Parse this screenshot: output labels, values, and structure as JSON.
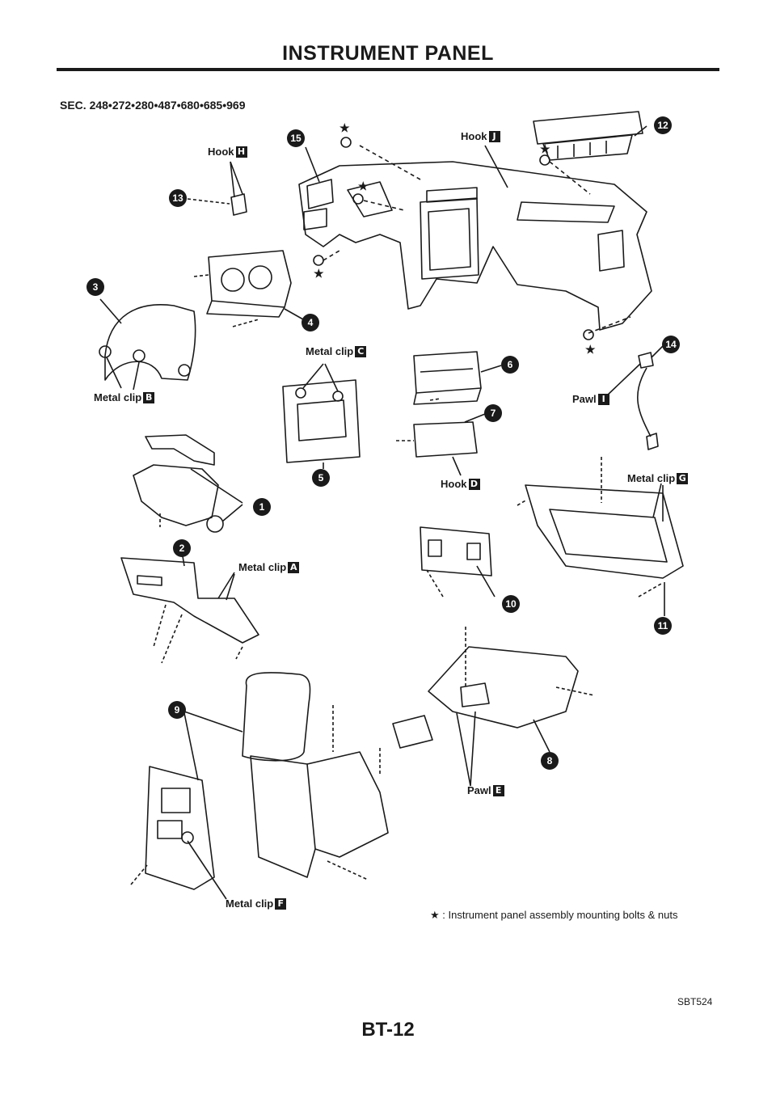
{
  "header": {
    "title": "INSTRUMENT PANEL"
  },
  "section": "SEC. 248•272•280•487•680•685•969",
  "callouts": {
    "hook_h": {
      "text": "Hook",
      "letter": "H"
    },
    "hook_j": {
      "text": "Hook",
      "letter": "J"
    },
    "metal_clip_b": {
      "text": "Metal clip",
      "letter": "B"
    },
    "metal_clip_c": {
      "text": "Metal clip",
      "letter": "C"
    },
    "pawl_i": {
      "text": "Pawl",
      "letter": "I"
    },
    "hook_d": {
      "text": "Hook",
      "letter": "D"
    },
    "metal_clip_g": {
      "text": "Metal clip",
      "letter": "G"
    },
    "metal_clip_a": {
      "text": "Metal clip",
      "letter": "A"
    },
    "pawl_e": {
      "text": "Pawl",
      "letter": "E"
    },
    "metal_clip_f": {
      "text": "Metal clip",
      "letter": "F"
    }
  },
  "part_numbers": [
    "1",
    "2",
    "3",
    "4",
    "5",
    "6",
    "7",
    "8",
    "9",
    "10",
    "11",
    "12",
    "13",
    "14",
    "15"
  ],
  "legend": {
    "star": "★",
    "text": ": Instrument panel assembly mounting bolts & nuts"
  },
  "figure_code": "SBT524",
  "footer": {
    "page": "BT-12"
  }
}
